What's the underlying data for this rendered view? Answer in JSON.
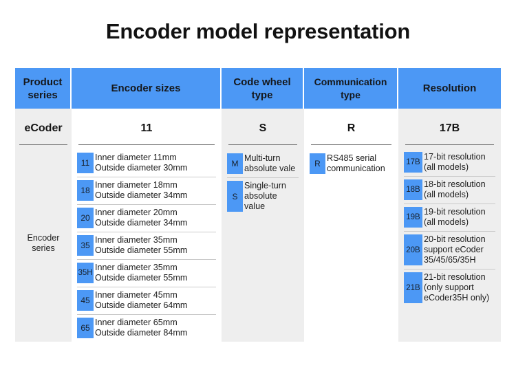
{
  "page": {
    "title": "Encoder model representation"
  },
  "colors": {
    "accent_blue": "#4c98f5",
    "shaded_column": "#eeeeee",
    "plain_column": "#ffffff",
    "separator": "#c9c9c9",
    "text": "#1d1d1d"
  },
  "table": {
    "columns": [
      {
        "key": "product_series",
        "header": "Product\nseries",
        "code": "eCoder",
        "shaded": true,
        "series_label": "Encoder\nseries",
        "items": []
      },
      {
        "key": "encoder_sizes",
        "header": "Encoder\nsizes",
        "code": "11",
        "shaded": false,
        "items": [
          {
            "badge": "11",
            "desc": "Inner diameter 11mm\nOutside diameter 30mm"
          },
          {
            "badge": "18",
            "desc": "Inner diameter 18mm\nOutside diameter 34mm"
          },
          {
            "badge": "20",
            "desc": "Inner diameter 20mm\nOutside diameter 34mm"
          },
          {
            "badge": "35",
            "desc": "Inner diameter 35mm\nOutside diameter 55mm"
          },
          {
            "badge": "35H",
            "desc": "Inner diameter 35mm\nOutside diameter 55mm"
          },
          {
            "badge": "45",
            "desc": "Inner diameter 45mm\nOutside diameter 64mm"
          },
          {
            "badge": "65",
            "desc": "Inner diameter 65mm\nOutside diameter 84mm"
          }
        ]
      },
      {
        "key": "code_wheel_type",
        "header": "Code\nwheel type",
        "code": "S",
        "shaded": true,
        "items": [
          {
            "badge": "M",
            "desc": "Multi-turn\nabsolute vale"
          },
          {
            "badge": "S",
            "desc": "Single-turn\nabsolute value"
          }
        ]
      },
      {
        "key": "communication_type",
        "header": "Communication\ntype",
        "code": "R",
        "shaded": false,
        "items": [
          {
            "badge": "R",
            "desc": "RS485 serial\ncommunication"
          }
        ]
      },
      {
        "key": "resolution",
        "header": "Resolution",
        "code": "17B",
        "shaded": true,
        "items": [
          {
            "badge": "17B",
            "desc": "17-bit resolution\n(all models)"
          },
          {
            "badge": "18B",
            "desc": "18-bit resolution\n(all models)"
          },
          {
            "badge": "19B",
            "desc": "19-bit resolution\n(all models)"
          },
          {
            "badge": "20B",
            "desc": "20-bit resolution\nsupport eCoder\n35/45/65/35H"
          },
          {
            "badge": "21B",
            "desc": "21-bit resolution\n(only support\neCoder35H only)"
          }
        ]
      }
    ]
  }
}
